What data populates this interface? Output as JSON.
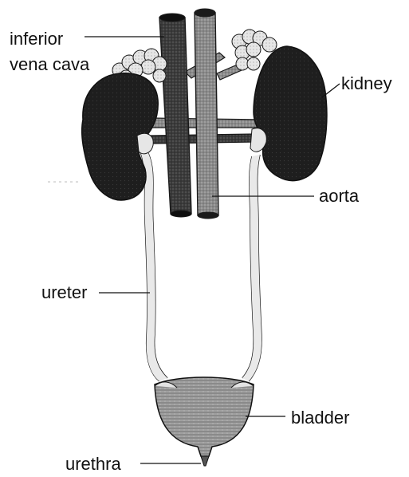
{
  "labels": {
    "inferior_vena_cava_line1": "inferior",
    "inferior_vena_cava_line2": "vena cava",
    "kidney": "kidney",
    "aorta": "aorta",
    "ureter": "ureter",
    "bladder": "bladder",
    "urethra": "urethra"
  },
  "colors": {
    "kidney": "#1f1f1f",
    "vena_cava": "#4a4a4a",
    "aorta": "#8c8c8c",
    "adrenal_gland": "#dcdcdc",
    "bladder": "#9a9a9a",
    "outline": "#1a1a1a"
  }
}
